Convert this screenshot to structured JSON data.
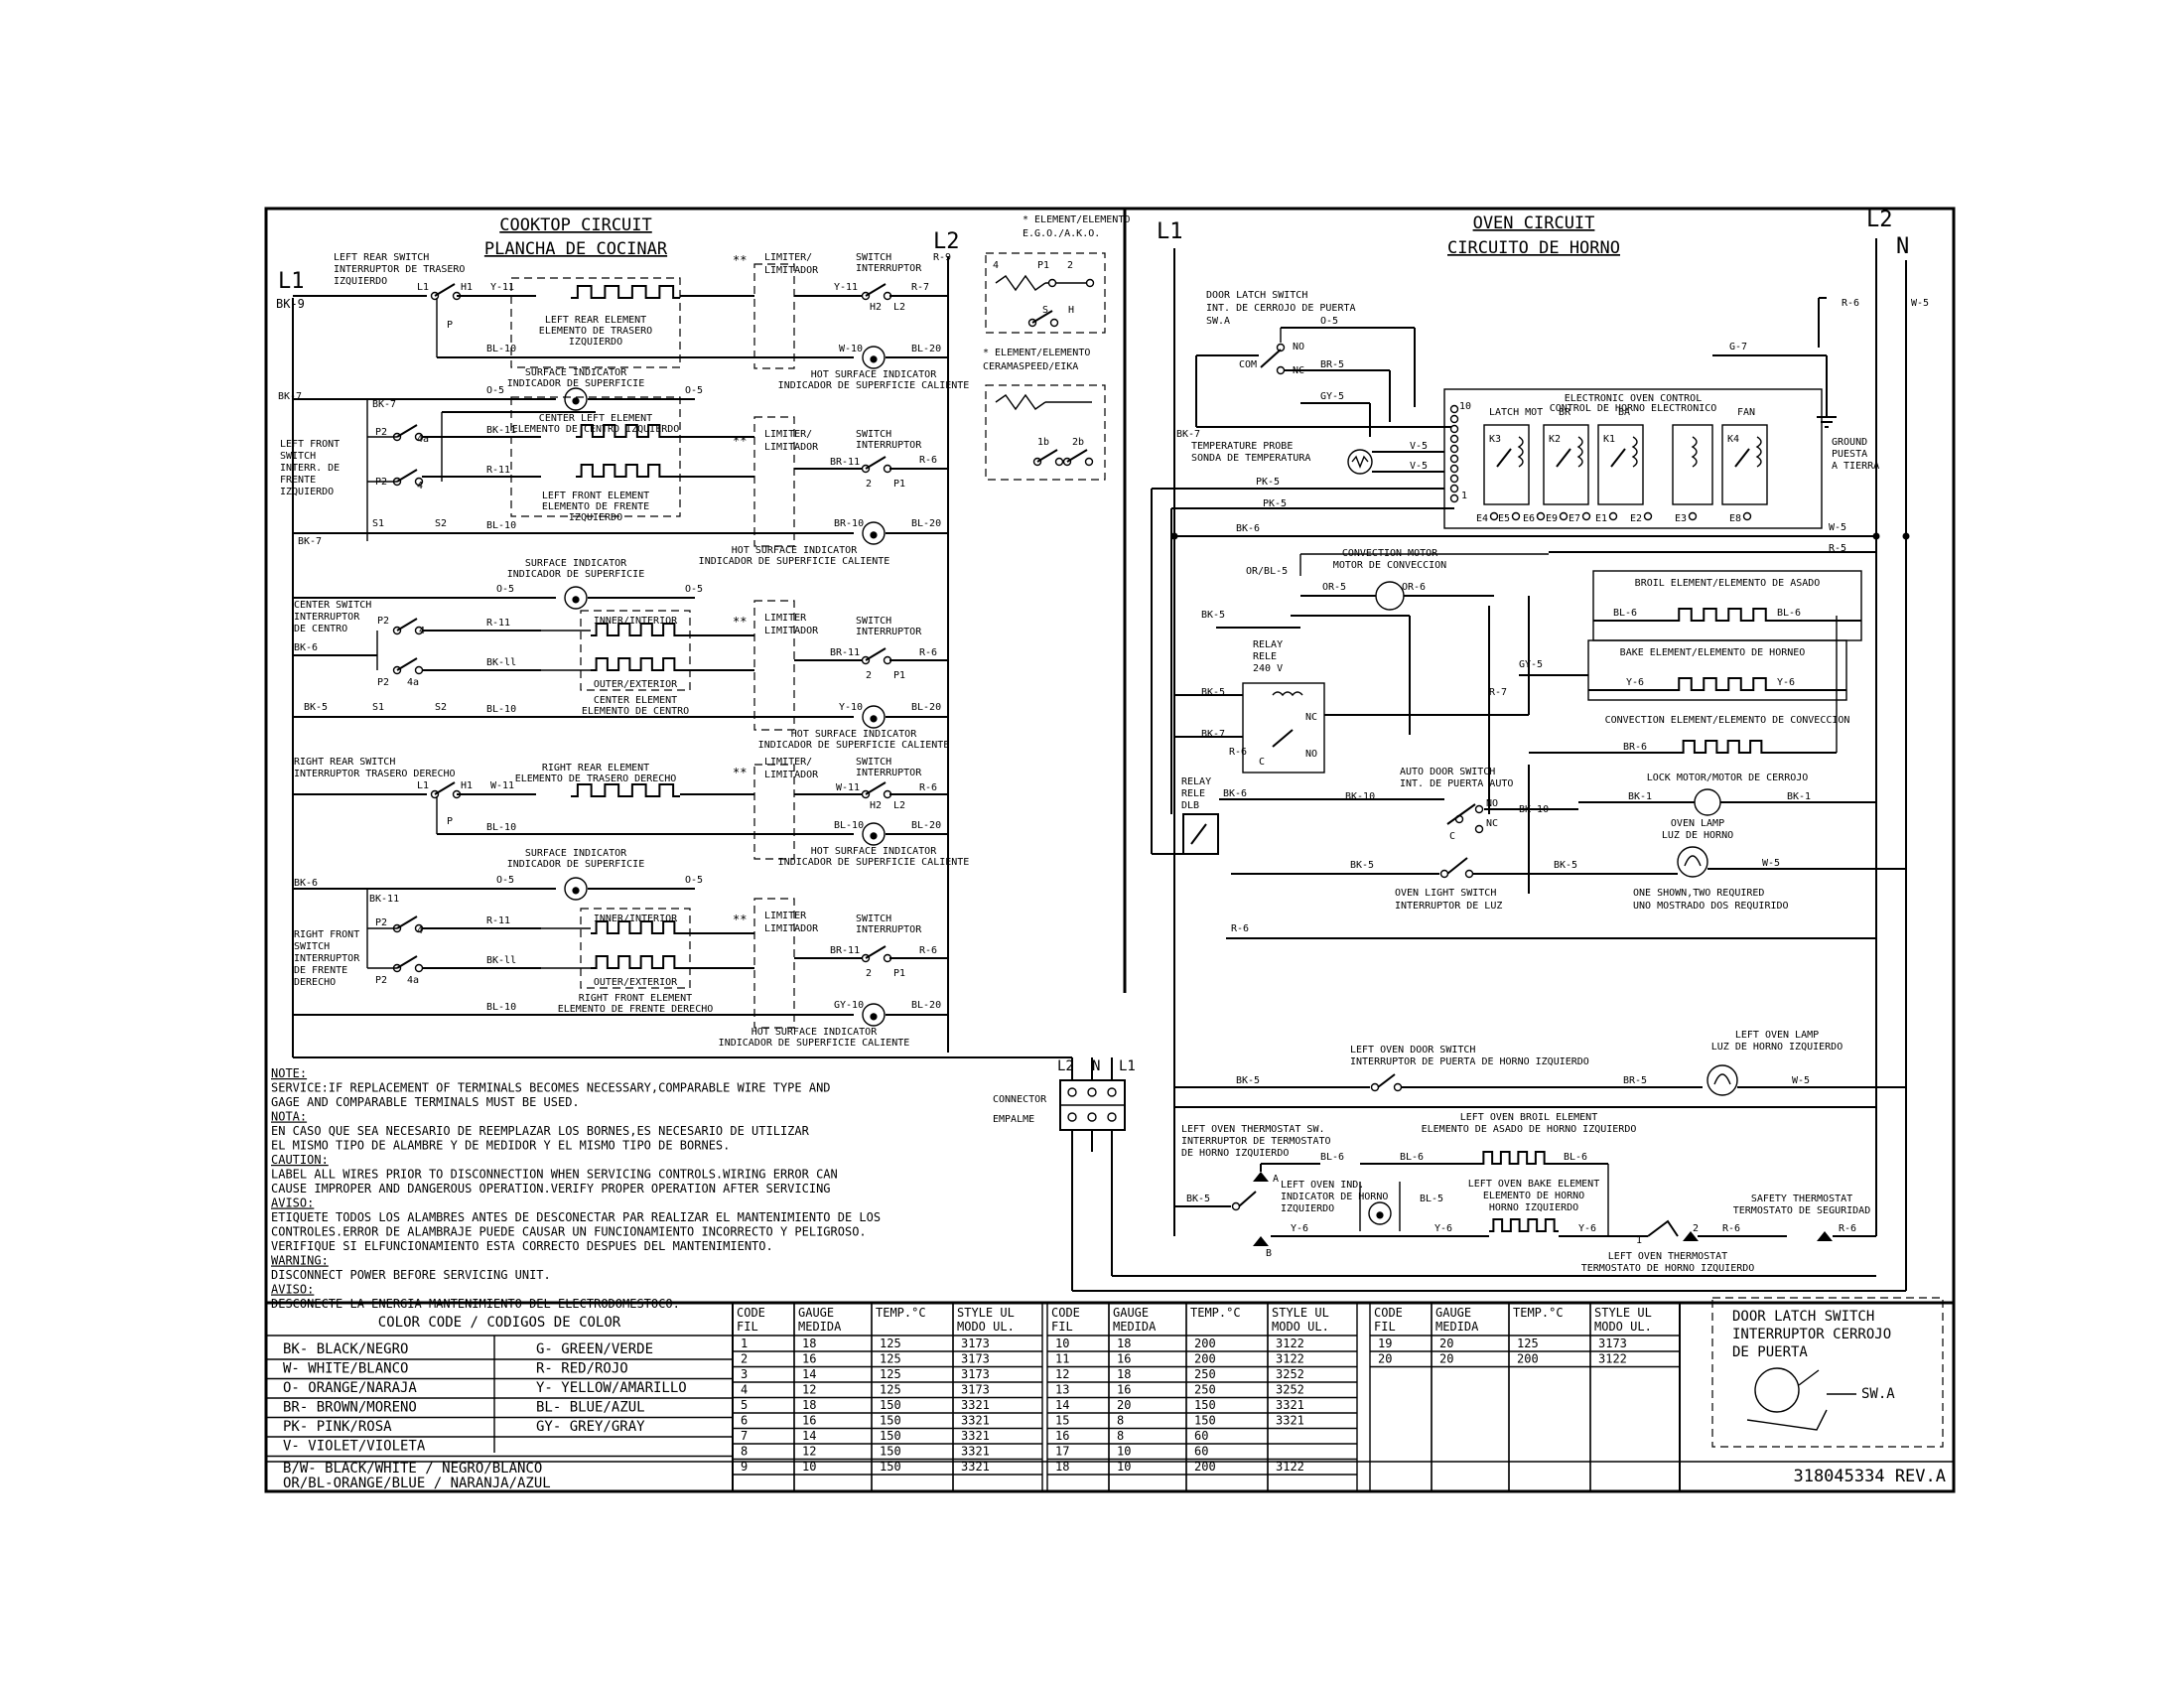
{
  "cooktop": {
    "title": "COOKTOP CIRCUIT",
    "title_es": "PLANCHA DE COCINAR",
    "l1": "L1",
    "l2": "L2",
    "left_rear_switch": [
      "LEFT REAR SWITCH",
      "INTERRUPTOR DE TRASERO",
      "IZQUIERDO"
    ],
    "left_rear_element": [
      "LEFT REAR ELEMENT",
      "ELEMENTO DE TRASERO",
      "IZQUIERDO"
    ],
    "left_front_switch": [
      "LEFT FRONT",
      "SWITCH",
      "INTERR. DE",
      "FRENTE",
      "IZQUIERDO"
    ],
    "center_left_element": [
      "CENTER LEFT ELEMENT",
      "ELEMENTO DE CENTRO IZQUIERDO"
    ],
    "left_front_element": [
      "LEFT FRONT ELEMENT",
      "ELEMENTO DE FRENTE",
      "IZQUIERDO"
    ],
    "center_switch": [
      "CENTER SWITCH",
      "INTERRUPTOR",
      "DE CENTRO"
    ],
    "center_element": [
      "CENTER ELEMENT",
      "ELEMENTO DE CENTRO"
    ],
    "right_rear_switch": [
      "RIGHT REAR SWITCH",
      "INTERRUPTOR TRASERO DERECHO"
    ],
    "right_rear_element": [
      "RIGHT REAR ELEMENT",
      "ELEMENTO DE TRASERO DERECHO"
    ],
    "right_front_switch": [
      "RIGHT FRONT",
      "SWITCH",
      "INTERRUPTOR",
      "DE FRENTE",
      "DERECHO"
    ],
    "right_front_element": [
      "RIGHT FRONT ELEMENT",
      "ELEMENTO DE FRENTE DERECHO"
    ],
    "surface_indicator": [
      "SURFACE INDICATOR",
      "INDICADOR DE SUPERFICIE"
    ],
    "hot_surface_indicator": [
      "HOT SURFACE INDICATOR",
      "INDICADOR DE SUPERFICIE CALIENTE"
    ],
    "limiter": [
      "LIMITER/",
      "LIMITADOR"
    ],
    "limiter2": [
      "LIMITER",
      "LIMITADOR"
    ],
    "switch_interruptor": [
      "SWITCH",
      "INTERRUPTOR"
    ],
    "inner_interior": "INNER/INTERIOR",
    "outer_exterior": "OUTER/EXTERIOR",
    "stars": "**",
    "element_ego": [
      "* ELEMENT/ELEMENTO",
      "E.G.O./A.K.O."
    ],
    "element_cera": [
      "* ELEMENT/ELEMENTO",
      "CERAMASPEED/EIKA"
    ],
    "wires": {
      "bk9": "BK-9",
      "bk7": "BK-7",
      "bk6": "BK-6",
      "bk5": "BK-5",
      "bk11": "BK-11",
      "bk11b": "BK-ll",
      "y11": "Y-11",
      "bl10": "BL-10",
      "bl20": "BL-20",
      "o5": "O-5",
      "r11": "R-11",
      "r7": "R-7",
      "r9": "R-9",
      "r6": "R-6",
      "w10": "W-10",
      "br10": "BR-10",
      "br11": "BR-11",
      "y10": "Y-10",
      "w11": "W-11",
      "gy10": "GY-10",
      "s1": "S1",
      "s2": "S2",
      "l1": "L1",
      "h1": "H1",
      "p": "P",
      "p1": "P1",
      "p2": "P2",
      "h2": "H2",
      "l2": "L2",
      "t2": "2",
      "t4": "4",
      "t4a": "4a",
      "ego_4": "4",
      "ego_p1": "P1",
      "ego_2": "2",
      "ego_s": "S",
      "ego_h": "H",
      "ego_1b": "1b",
      "ego_2b": "2b"
    }
  },
  "oven": {
    "title": "OVEN CIRCUIT",
    "title_es": "CIRCUITO DE HORNO",
    "l1": "L1",
    "l2": "L2",
    "n": "N",
    "door_latch_switch": [
      "DOOR LATCH SWITCH",
      "INT. DE CERROJO DE PUERTA",
      "SW.A"
    ],
    "eoc": [
      "ELECTRONIC OVEN CONTROL",
      "CONTROL DE HORNO ELECTRONICO"
    ],
    "relays": [
      "LATCH MOT",
      "BR",
      "BA",
      "FAN"
    ],
    "relay_ids": [
      "K3",
      "K2",
      "K1",
      "K4"
    ],
    "eoc_pins": [
      "E4",
      "E5",
      "E6",
      "E9",
      "E7",
      "E1",
      "E2",
      "E3",
      "E8"
    ],
    "pin_10": "10",
    "pin_1": "1",
    "temperature_probe": [
      "TEMPERATURE PROBE",
      "SONDA DE TEMPERATURA"
    ],
    "ground": [
      "GROUND",
      "PUESTA",
      "A TIERRA"
    ],
    "convection_motor": [
      "CONVECTION MOTOR",
      "MOTOR DE CONVECCION"
    ],
    "broil_element": "BROIL ELEMENT/ELEMENTO DE ASADO",
    "bake_element": "BAKE ELEMENT/ELEMENTO DE HORNEO",
    "convection_element": "CONVECTION ELEMENT/ELEMENTO DE CONVECCION",
    "relay_240": [
      "RELAY",
      "RELE",
      "240 V"
    ],
    "relay_dlb": [
      "RELAY",
      "RELE",
      "DLB"
    ],
    "lock_motor": "LOCK MOTOR/MOTOR DE CERROJO",
    "auto_door_switch": [
      "AUTO DOOR SWITCH",
      "INT. DE PUERTA AUTO"
    ],
    "oven_lamp": [
      "OVEN LAMP",
      "LUZ DE HORNO"
    ],
    "oven_light_switch": [
      "OVEN LIGHT SWITCH",
      "INTERRUPTOR DE LUZ"
    ],
    "one_shown": [
      "ONE SHOWN,TWO REQUIRED",
      "UNO MOSTRADO DOS REQUIRIDO"
    ],
    "left_oven_door_switch": [
      "LEFT OVEN DOOR SWITCH",
      "INTERRUPTOR DE PUERTA DE HORNO IZQUIERDO"
    ],
    "left_oven_lamp": [
      "LEFT OVEN LAMP",
      "LUZ DE HORNO IZQUIERDO"
    ],
    "left_oven_thermostat_sw": [
      "LEFT OVEN THERMOSTAT SW.",
      "INTERRUPTOR DE TERMOSTATO",
      "DE HORNO IZQUIERDO"
    ],
    "left_oven_broil": [
      "LEFT OVEN BROIL ELEMENT",
      "ELEMENTO DE ASADO DE HORNO IZQUIERDO"
    ],
    "left_oven_ind": [
      "LEFT OVEN IND.",
      "INDICATOR DE HORNO",
      "IZQUIERDO"
    ],
    "left_oven_bake": [
      "LEFT OVEN BAKE ELEMENT",
      "ELEMENTO DE HORNO",
      "HORNO IZQUIERDO"
    ],
    "safety_thermostat": [
      "SAFETY THERMOSTAT",
      "TERMOSTATO DE SEGURIDAD"
    ],
    "left_oven_thermostat": [
      "LEFT OVEN THERMOSTAT",
      "TERMOSTATO DE HORNO IZQUIERDO"
    ],
    "connector": [
      "CONNECTOR",
      "EMPALME"
    ],
    "wires": {
      "o5": "O-5",
      "br5": "BR-5",
      "gy5": "GY-5",
      "g7": "G-7",
      "bk7": "BK-7",
      "v5": "V-5",
      "pk5": "PK-5",
      "bk6": "BK-6",
      "w5": "W-5",
      "r5": "R-5",
      "r6": "R-6",
      "orbl5": "OR/BL-5",
      "or5": "OR-5",
      "or6": "OR-6",
      "bl6": "BL-6",
      "bk5": "BK-5",
      "gy5b": "GY-5",
      "y6": "Y-6",
      "r7": "R-7",
      "br6": "BR-6",
      "bk1": "BK-1",
      "bk10": "BK-10",
      "bl5": "BL-5",
      "com": "COM",
      "no": "NO",
      "nc": "NC",
      "c": "C",
      "a": "A",
      "b": "B",
      "t1": "1",
      "t2": "2"
    }
  },
  "notes": [
    "NOTE:",
    "SERVICE:IF REPLACEMENT OF TERMINALS BECOMES NECESSARY,COMPARABLE WIRE TYPE AND",
    "GAGE AND COMPARABLE TERMINALS MUST BE USED.",
    "NOTA:",
    "EN CASO QUE SEA NECESARIO DE REEMPLAZAR LOS BORNES,ES NECESARIO DE UTILIZAR",
    "EL MISMO TIPO DE ALAMBRE Y DE MEDIDOR Y EL MISMO TIPO DE BORNES.",
    "CAUTION:",
    "LABEL ALL WIRES PRIOR TO DISCONNECTION WHEN SERVICING CONTROLS.WIRING ERROR CAN",
    "CAUSE IMPROPER AND DANGEROUS OPERATION.VERIFY PROPER OPERATION AFTER SERVICING",
    "AVISO:",
    "ETIQUETE TODOS LOS ALAMBRES ANTES DE DESCONECTAR PAR REALIZAR EL MANTENIMIENTO DE LOS",
    "CONTROLES.ERROR DE ALAMBRAJE PUEDE CAUSAR UN FUNCIONAMIENTO INCORRECTO Y PELIGROSO.",
    "VERIFIQUE SI ELFUNCIONAMIENTO ESTA CORRECTO DESPUES DEL MANTENIMIENTO.",
    "WARNING:",
    "DISCONNECT POWER BEFORE SERVICING UNIT.",
    "AVISO:",
    "DESCONECTE LA ENERGIA MANTENIMIENTO DEL ELECTRODOMESTOCO."
  ],
  "color_code": {
    "title": "COLOR CODE / CODIGOS DE COLOR",
    "rows": [
      [
        "BK-  BLACK/NEGRO",
        "G- GREEN/VERDE"
      ],
      [
        "W-   WHITE/BLANCO",
        "R- RED/ROJO"
      ],
      [
        "O-   ORANGE/NARAJA",
        "Y- YELLOW/AMARILLO"
      ],
      [
        "BR-  BROWN/MORENO",
        "BL- BLUE/AZUL"
      ],
      [
        "PK-  PINK/ROSA",
        "GY- GREY/GRAY"
      ],
      [
        "V-   VIOLET/VIOLETA",
        ""
      ]
    ],
    "wide": [
      "B/W- BLACK/WHITE / NEGRO/BLANCO",
      "OR/BL-ORANGE/BLUE / NARANJA/AZUL"
    ]
  },
  "gauge_table": {
    "headers": [
      [
        "CODE",
        "FIL"
      ],
      [
        "GAUGE",
        "MEDIDA"
      ],
      [
        "TEMP.°C",
        ""
      ],
      [
        "STYLE UL",
        "MODO UL."
      ]
    ],
    "rows": [
      [
        "1",
        "18",
        "125",
        "3173"
      ],
      [
        "2",
        "16",
        "125",
        "3173"
      ],
      [
        "3",
        "14",
        "125",
        "3173"
      ],
      [
        "4",
        "12",
        "125",
        "3173"
      ],
      [
        "5",
        "18",
        "150",
        "3321"
      ],
      [
        "6",
        "16",
        "150",
        "3321"
      ],
      [
        "7",
        "14",
        "150",
        "3321"
      ],
      [
        "8",
        "12",
        "150",
        "3321"
      ],
      [
        "9",
        "10",
        "150",
        "3321"
      ],
      [
        "10",
        "18",
        "200",
        "3122"
      ],
      [
        "11",
        "16",
        "200",
        "3122"
      ],
      [
        "12",
        "18",
        "250",
        "3252"
      ],
      [
        "13",
        "16",
        "250",
        "3252"
      ],
      [
        "14",
        "20",
        "150",
        "3321"
      ],
      [
        "15",
        "8",
        "150",
        "3321"
      ],
      [
        "16",
        "8",
        "60",
        ""
      ],
      [
        "17",
        "10",
        "60",
        ""
      ],
      [
        "18",
        "10",
        "200",
        "3122"
      ],
      [
        "19",
        "20",
        "125",
        "3173"
      ],
      [
        "20",
        "20",
        "200",
        "3122"
      ]
    ]
  },
  "door_latch_box": {
    "lines": [
      "DOOR LATCH SWITCH",
      "INTERRUPTOR CERROJO",
      "DE PUERTA"
    ],
    "label": "SW.A"
  },
  "part_number": "318045334 REV.A"
}
